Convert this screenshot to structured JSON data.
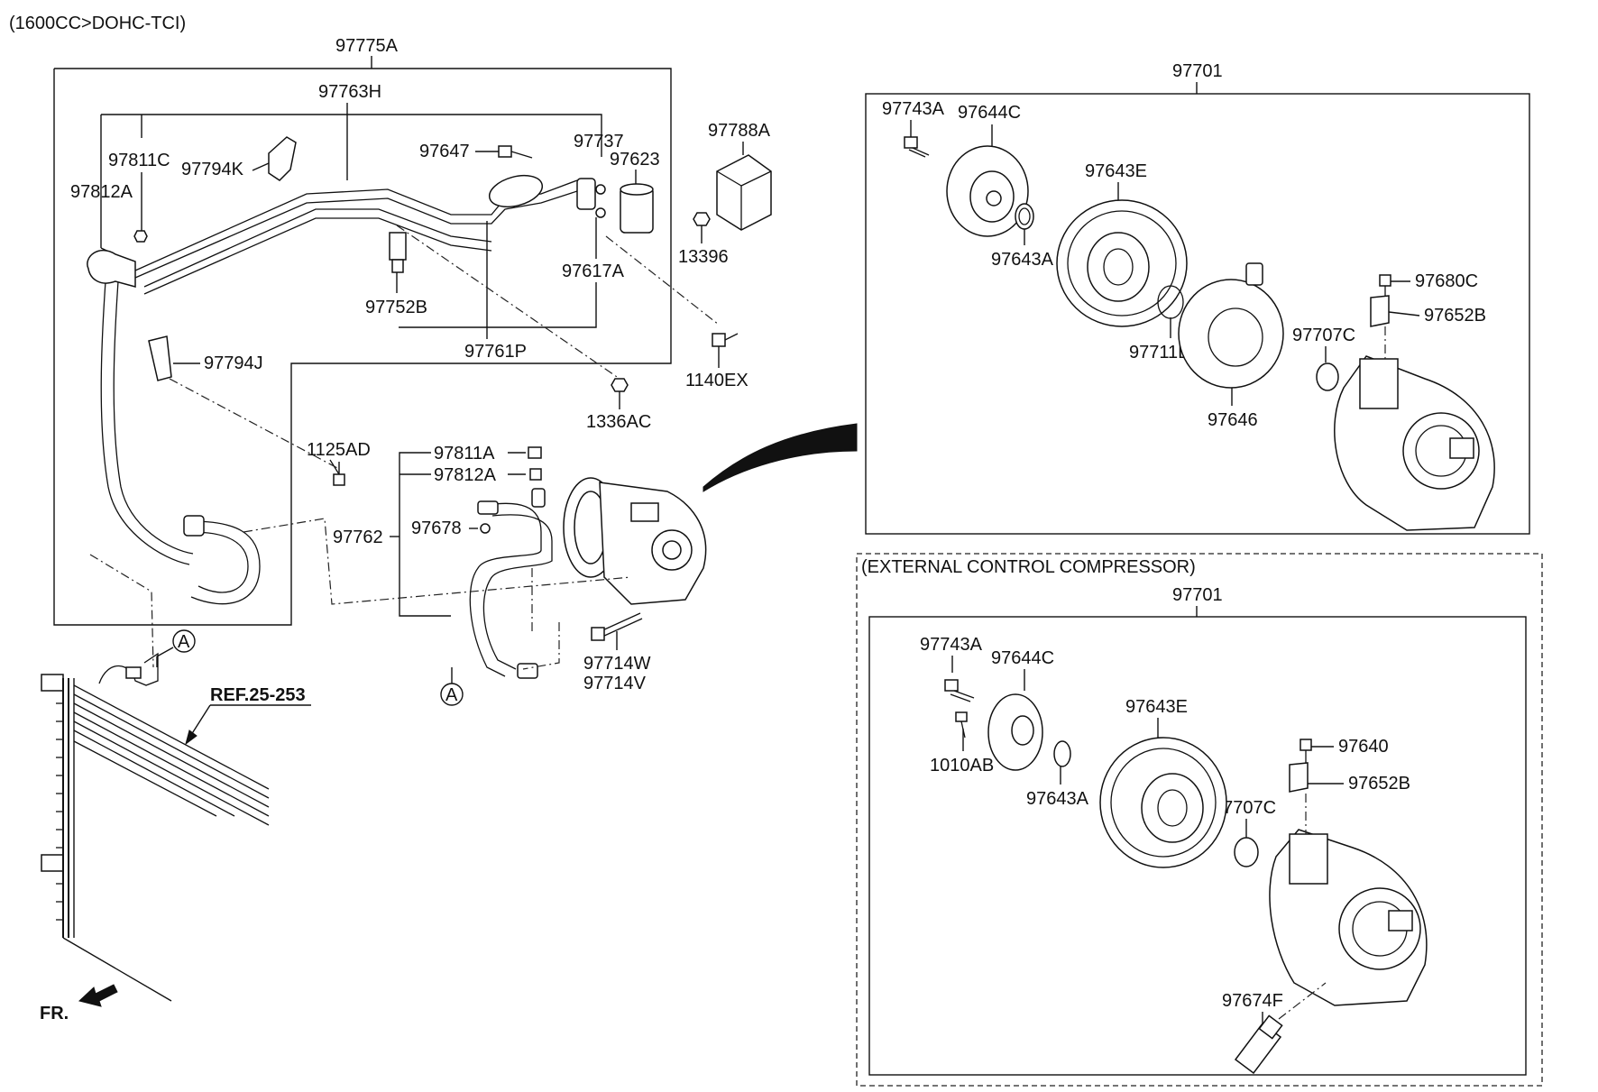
{
  "header": {
    "engine_spec": "(1600CC>DOHC-TCI)"
  },
  "left_assembly": {
    "labels": {
      "l97775A": "97775A",
      "l97763H": "97763H",
      "l97811C": "97811C",
      "l97794K": "97794K",
      "l97812A_top": "97812A",
      "l97647": "97647",
      "l97737": "97737",
      "l97623": "97623",
      "l97788A": "97788A",
      "l13396": "13396",
      "l97617A": "97617A",
      "l97752B": "97752B",
      "l97761P": "97761P",
      "l97794J": "97794J",
      "l1140EX": "1140EX",
      "l1336AC": "1336AC",
      "l1125AD": "1125AD",
      "l97811A": "97811A",
      "l97812A_low": "97812A",
      "l97762": "97762",
      "l97678": "97678",
      "l97714W": "97714W",
      "l97714V": "97714V",
      "ref": "REF.25-253",
      "fr": "FR.",
      "circleA1": "A",
      "circleA2": "A"
    }
  },
  "compressor_top": {
    "labels": {
      "title": "97701",
      "l97743A": "97743A",
      "l97644C": "97644C",
      "l97643E": "97643E",
      "l97643A": "97643A",
      "l97680C": "97680C",
      "l97652B": "97652B",
      "l97707C": "97707C",
      "l97711D": "97711D",
      "l97646": "97646"
    }
  },
  "compressor_external": {
    "heading": "(EXTERNAL CONTROL COMPRESSOR)",
    "labels": {
      "title": "97701",
      "l97743A": "97743A",
      "l97644C": "97644C",
      "l1010AB": "1010AB",
      "l97643E": "97643E",
      "l97643A": "97643A",
      "l97640": "97640",
      "l97652B": "97652B",
      "l97707C": "97707C",
      "l97674F": "97674F"
    }
  }
}
